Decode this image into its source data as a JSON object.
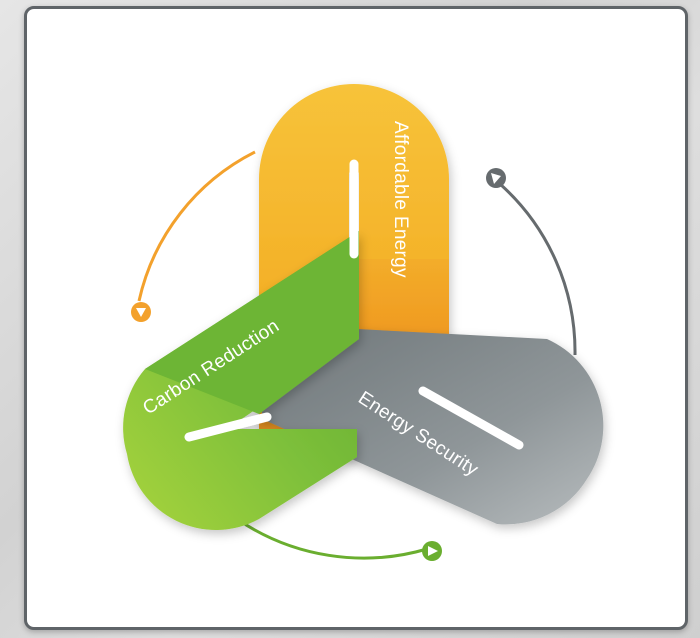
{
  "diagram": {
    "labels": {
      "affordable": "Affordable Energy",
      "carbon": "Carbon Reduction",
      "security": "Energy Security"
    },
    "colors": {
      "yellow": "#f5b82a",
      "orange": "#f2a024",
      "green": "#7cbf3a",
      "gray": "#8c9396",
      "arrow_gray": "#666b6e",
      "arrow_green": "#6aae2f",
      "arrow_orange": "#f3a12c"
    },
    "icons": [
      "arrow-circle-orange-icon",
      "arrow-circle-gray-icon",
      "arrow-circle-green-icon"
    ]
  }
}
